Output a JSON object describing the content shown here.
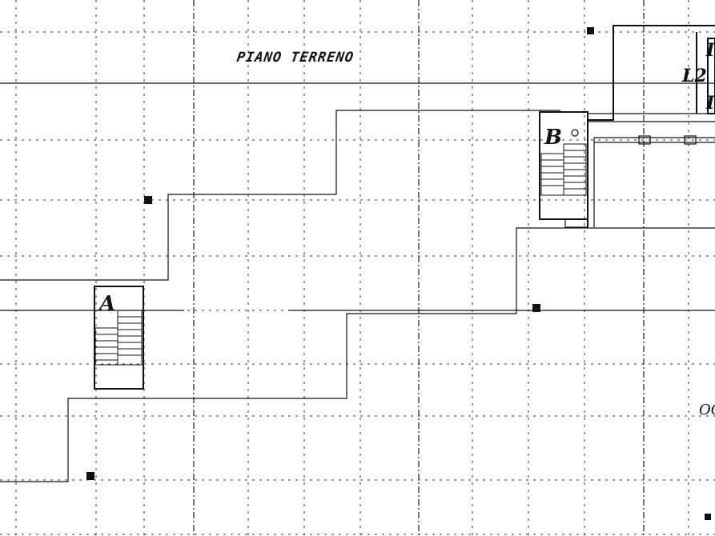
{
  "plan": {
    "title": "PIANO TERRENO",
    "stair_labels": {
      "left": "A",
      "right": "B"
    },
    "right_edge_labels": {
      "code": "L2",
      "partial_a": "I",
      "partial_b": "I"
    },
    "margin_text": "OC"
  }
}
